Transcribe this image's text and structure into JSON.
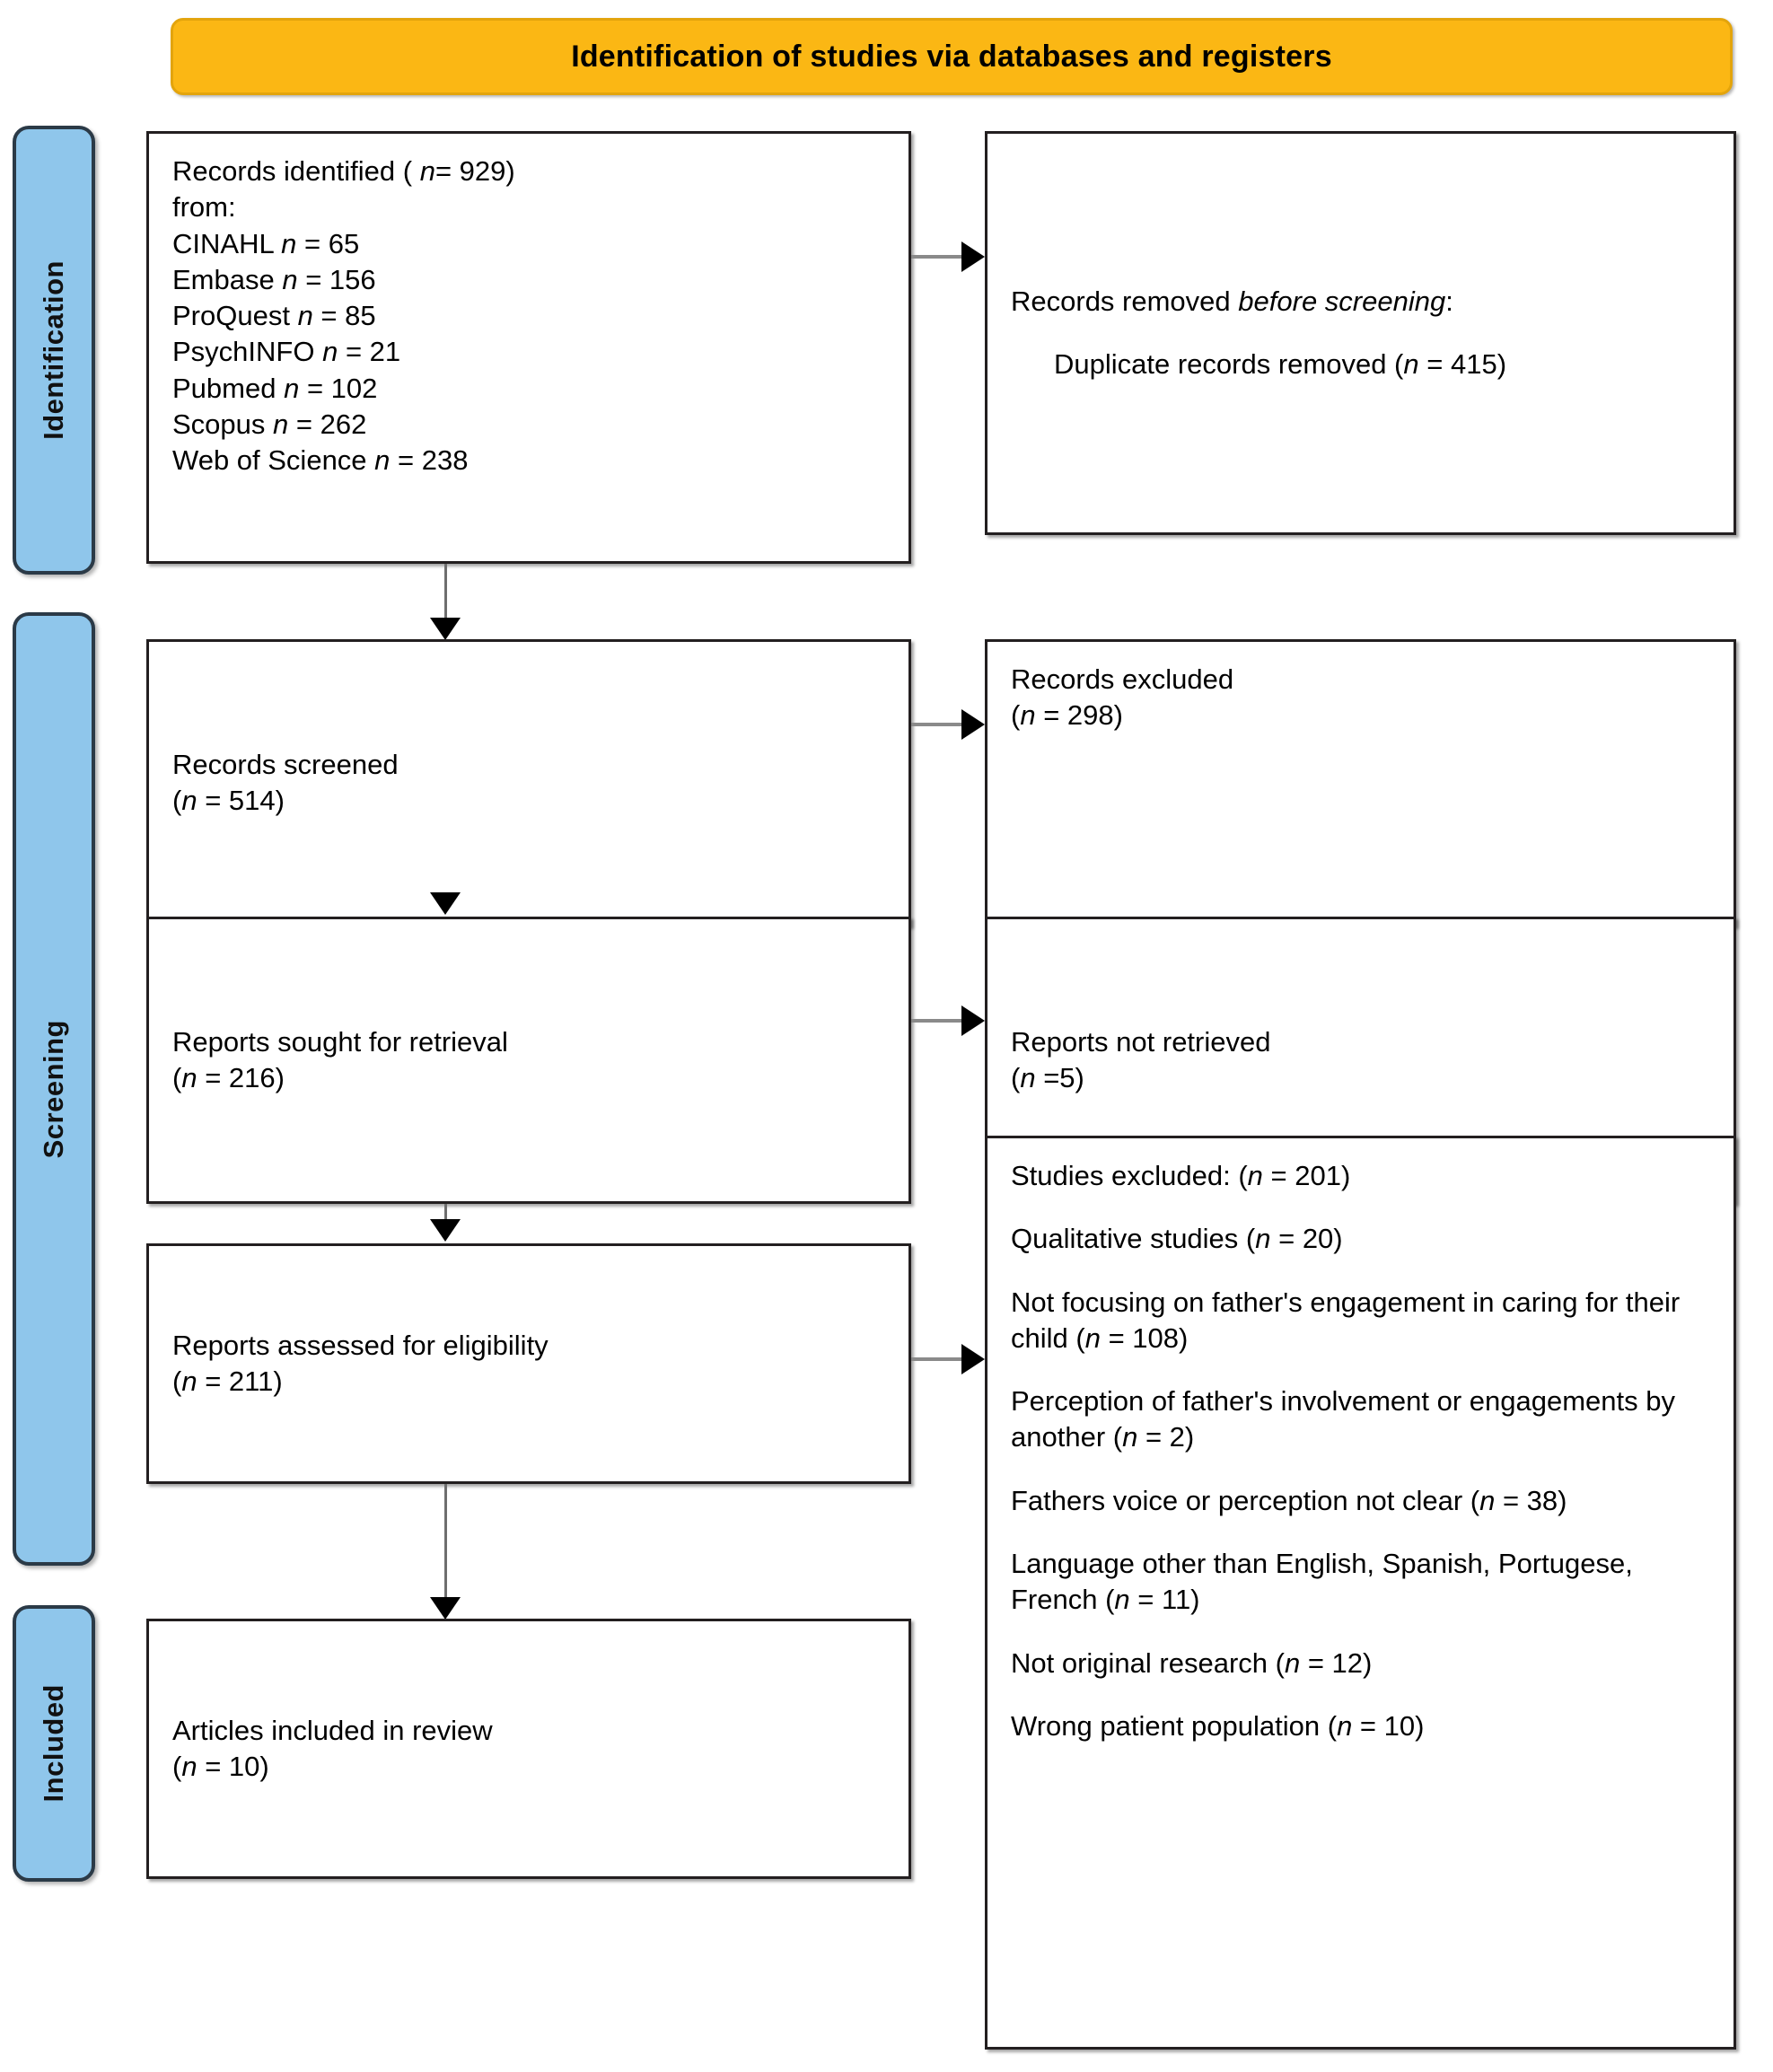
{
  "banner": {
    "title": "Identification of studies via databases and registers"
  },
  "stages": [
    {
      "id": "identification",
      "label": "Identification"
    },
    {
      "id": "screening",
      "label": "Screening"
    },
    {
      "id": "included",
      "label": "Included"
    }
  ],
  "boxes": {
    "identified": {
      "heading": "Records identified ( n= 929)",
      "from_label": "from:",
      "sources": [
        "CINAHL n = 65",
        "Embase n = 156",
        "ProQuest n = 85",
        "PsychINFO n = 21",
        "Pubmed  n = 102",
        "Scopus n = 262",
        "Web of Science n = 238"
      ]
    },
    "removed": {
      "heading": "Records removed before screening:",
      "item": "Duplicate records removed (n = 415)"
    },
    "screened": {
      "line1": "Records screened",
      "line2": "(n = 514)"
    },
    "excluded": {
      "line1": "Records excluded",
      "line2": "(n = 298)"
    },
    "sought": {
      "line1": "Reports sought for retrieval",
      "line2": "(n = 216)"
    },
    "not_retrieved": {
      "line1": "Reports not retrieved",
      "line2": "(n =5)"
    },
    "assessed": {
      "line1": "Reports assessed for eligibility",
      "line2": "(n = 211)"
    },
    "studies_excluded": {
      "heading": "Studies excluded: (n = 201)",
      "reasons": [
        "Qualitative studies (n = 20)",
        "Not focusing on father's engagement in caring for their child (n = 108)",
        "Perception of father's involvement or engagements by another (n = 2)",
        "Fathers voice or perception not clear (n = 38)",
        "Language other than English, Spanish, Portugese, French (n = 11)",
        "Not original research (n = 12)",
        "Wrong patient population (n = 10)"
      ]
    },
    "included": {
      "line1": "Articles included in review",
      "line2": "(n = 10)"
    }
  },
  "colors": {
    "banner_fill": "#FBB714",
    "banner_border": "#E3A40C",
    "stage_fill": "#8FC6EB",
    "stage_border": "#2B3A47",
    "box_border": "#231F20",
    "connector": "#8A8A8A"
  }
}
